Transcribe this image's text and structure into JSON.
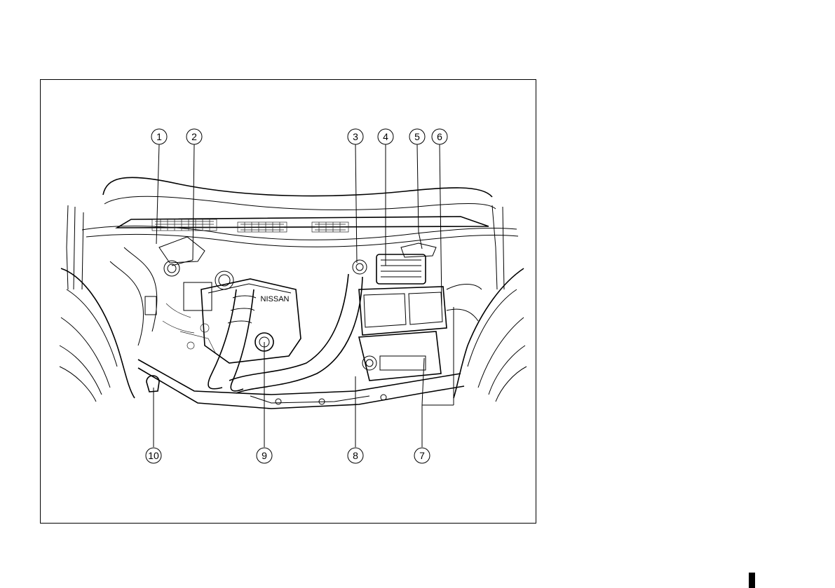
{
  "diagram": {
    "callouts": [
      {
        "label": "1"
      },
      {
        "label": "2"
      },
      {
        "label": "3"
      },
      {
        "label": "4"
      },
      {
        "label": "5"
      },
      {
        "label": "6"
      },
      {
        "label": "7"
      },
      {
        "label": "8"
      },
      {
        "label": "9"
      },
      {
        "label": "10"
      }
    ],
    "engine_cover_text": "NISSAN"
  }
}
